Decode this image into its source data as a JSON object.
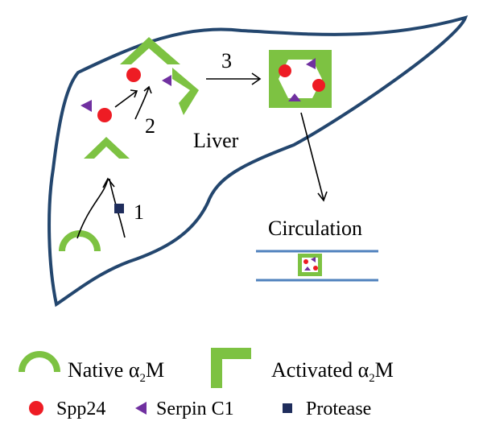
{
  "diagram": {
    "organ_label": "Liver",
    "circulation_label": "Circulation",
    "steps": [
      "1",
      "2",
      "3"
    ]
  },
  "legend": {
    "native": {
      "prefix": "Native ",
      "alpha": "α",
      "sub": "2",
      "suffix": "M",
      "icon": "native-a2m-arc-icon"
    },
    "activated": {
      "prefix": "Activated ",
      "alpha": "α",
      "sub": "2",
      "suffix": "M",
      "icon": "activated-a2m-corner-icon"
    },
    "spp24": {
      "label": "Spp24",
      "icon": "red-circle-icon"
    },
    "serpin": {
      "label": "Serpin C1",
      "icon": "purple-triangle-icon"
    },
    "protease": {
      "label": "Protease",
      "icon": "navy-square-icon"
    }
  },
  "colors": {
    "liver_outline": "#23466e",
    "a2m_green": "#7dc242",
    "spp24_red": "#ee1c24",
    "serpin_purple": "#7030a0",
    "protease_navy": "#1f2d5c",
    "vessel_blue": "#4f81bd"
  }
}
